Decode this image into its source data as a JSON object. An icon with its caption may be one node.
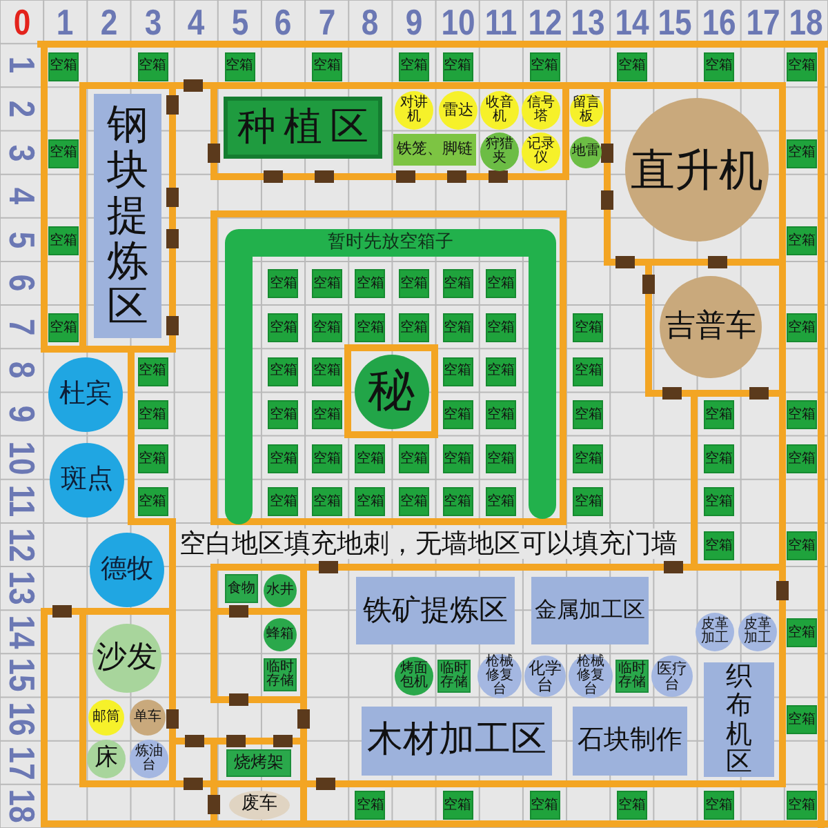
{
  "diagram": {
    "nodes": [
      {
        "text": [
          "空箱"
        ]
      },
      {
        "text": [
          "空箱"
        ]
      },
      {
        "text": [
          "空箱"
        ]
      },
      {
        "text": [
          "空箱"
        ]
      },
      {
        "text": [
          "空箱"
        ]
      },
      {
        "text": [
          "空箱"
        ]
      },
      {
        "text": [
          "空箱"
        ]
      },
      {
        "text": [
          "空箱"
        ]
      },
      {
        "text": [
          "空箱"
        ]
      },
      {
        "text": [
          "空箱"
        ]
      },
      {
        "text": [
          "钢块提炼区"
        ]
      },
      {
        "text": [
          "种植区"
        ]
      },
      {
        "text": [
          "对讲机"
        ]
      },
      {
        "text": [
          "雷达"
        ]
      },
      {
        "text": [
          "收音机"
        ]
      },
      {
        "text": [
          "信号塔"
        ]
      },
      {
        "text": [
          "留言板"
        ]
      },
      {
        "text": [
          "直升机"
        ]
      },
      {
        "text": [
          "空箱"
        ]
      },
      {
        "text": [
          "铁笼、脚链"
        ]
      },
      {
        "text": [
          "狩猎夹"
        ]
      },
      {
        "text": [
          "记录仪"
        ]
      },
      {
        "text": [
          "地雷"
        ]
      },
      {
        "text": [
          "空箱"
        ]
      },
      {
        "text": [
          "暂时先放空箱子"
        ]
      },
      {
        "text": [
          "空箱"
        ]
      },
      {
        "text": [
          "空箱"
        ]
      },
      {
        "text": [
          "空箱"
        ],
        "in": 24
      },
      {
        "text": [
          "空箱"
        ],
        "in": 24
      },
      {
        "text": [
          "空箱"
        ],
        "in": 24
      },
      {
        "text": [
          "空箱"
        ],
        "in": 24
      },
      {
        "text": [
          "空箱"
        ],
        "in": 24
      },
      {
        "text": [
          "空箱"
        ],
        "in": 24
      },
      {
        "text": [
          "吉普车"
        ]
      },
      {
        "text": [
          "空箱"
        ]
      },
      {
        "text": [
          "空箱"
        ],
        "in": 24
      },
      {
        "text": [
          "空箱"
        ],
        "in": 24
      },
      {
        "text": [
          "空箱"
        ],
        "in": 24
      },
      {
        "text": [
          "空箱"
        ],
        "in": 24
      },
      {
        "text": [
          "空箱"
        ],
        "in": 24
      },
      {
        "text": [
          "空箱"
        ],
        "in": 24
      },
      {
        "text": [
          "空箱"
        ]
      },
      {
        "text": [
          "空箱"
        ]
      },
      {
        "text": [
          "杜宾"
        ]
      },
      {
        "text": [
          "空箱"
        ]
      },
      {
        "text": [
          "空箱"
        ],
        "in": 24
      },
      {
        "text": [
          "空箱"
        ],
        "in": 24
      },
      {
        "text": [
          "秘"
        ],
        "in": 24
      },
      {
        "text": [
          "空箱"
        ],
        "in": 24
      },
      {
        "text": [
          "空箱"
        ],
        "in": 24
      },
      {
        "text": [
          "空箱"
        ]
      },
      {
        "text": [
          "空箱"
        ]
      },
      {
        "text": [
          "空箱"
        ],
        "in": 24
      },
      {
        "text": [
          "空箱"
        ],
        "in": 24
      },
      {
        "text": [
          "空箱"
        ],
        "in": 24
      },
      {
        "text": [
          "空箱"
        ],
        "in": 24
      },
      {
        "text": [
          "空箱"
        ]
      },
      {
        "text": [
          "空箱"
        ]
      },
      {
        "text": [
          "空箱"
        ]
      },
      {
        "text": [
          "斑点"
        ]
      },
      {
        "text": [
          "空箱"
        ]
      },
      {
        "text": [
          "空箱"
        ],
        "in": 24
      },
      {
        "text": [
          "空箱"
        ],
        "in": 24
      },
      {
        "text": [
          "空箱"
        ],
        "in": 24
      },
      {
        "text": [
          "空箱"
        ],
        "in": 24
      },
      {
        "text": [
          "空箱"
        ],
        "in": 24
      },
      {
        "text": [
          "空箱"
        ],
        "in": 24
      },
      {
        "text": [
          "空箱"
        ]
      },
      {
        "text": [
          "空箱"
        ]
      },
      {
        "text": [
          "空箱"
        ]
      },
      {
        "text": [
          "空箱"
        ]
      },
      {
        "text": [
          "空箱"
        ],
        "in": 24
      },
      {
        "text": [
          "空箱"
        ],
        "in": 24
      },
      {
        "text": [
          "空箱"
        ],
        "in": 24
      },
      {
        "text": [
          "空箱"
        ],
        "in": 24
      },
      {
        "text": [
          "空箱"
        ],
        "in": 24
      },
      {
        "text": [
          "空箱"
        ],
        "in": 24
      },
      {
        "text": [
          "空箱"
        ]
      },
      {
        "text": [
          "空箱"
        ]
      },
      {
        "text": [
          "德牧"
        ]
      },
      {
        "text": [
          "空箱"
        ]
      },
      {
        "text": [
          "空箱"
        ]
      },
      {
        "text": [
          "食物"
        ]
      },
      {
        "text": [
          "水井"
        ]
      },
      {
        "text": [
          "铁矿提炼区"
        ]
      },
      {
        "text": [
          "金属加工区"
        ]
      },
      {
        "text": [
          "皮革加工"
        ]
      },
      {
        "text": [
          "皮革加工"
        ]
      },
      {
        "text": [
          "空箱"
        ]
      },
      {
        "text": [
          "沙发"
        ]
      },
      {
        "text": [
          "蜂箱"
        ]
      },
      {
        "text": [
          "临时存储"
        ]
      },
      {
        "text": [
          "烤面包机"
        ]
      },
      {
        "text": [
          "临时存储"
        ]
      },
      {
        "text": [
          "枪械修复台"
        ]
      },
      {
        "text": [
          "化学台"
        ]
      },
      {
        "text": [
          "枪械修复台"
        ]
      },
      {
        "text": [
          "临时存储"
        ]
      },
      {
        "text": [
          "医疗台"
        ]
      },
      {
        "text": [
          "织布机区"
        ]
      },
      {
        "text": [
          "邮筒"
        ]
      },
      {
        "text": [
          "单车"
        ]
      },
      {
        "text": [
          "木材加工区"
        ]
      },
      {
        "text": [
          "石块制作"
        ]
      },
      {
        "text": [
          "空箱"
        ]
      },
      {
        "text": [
          "床"
        ]
      },
      {
        "text": [
          "炼油台"
        ]
      },
      {
        "text": [
          "烧烤架"
        ]
      },
      {
        "text": [
          "废车"
        ]
      },
      {
        "text": [
          "空箱"
        ]
      },
      {
        "text": [
          "空箱"
        ]
      },
      {
        "text": [
          "空箱"
        ]
      },
      {
        "text": [
          "空箱"
        ]
      },
      {
        "text": [
          "空箱"
        ]
      },
      {
        "text": [
          "空箱"
        ]
      }
    ],
    "labels": [
      "0",
      "1",
      "2",
      "3",
      "4",
      "5",
      "6",
      "7",
      "8",
      "9",
      "10",
      "11",
      "12",
      "13",
      "14",
      "15",
      "16",
      "17",
      "18",
      "1",
      "2",
      "3",
      "4",
      "5",
      "6",
      "7",
      "8",
      "9",
      "10",
      "11",
      "12",
      "13",
      "14",
      "15",
      "16",
      "17",
      "18",
      "空白地区填充地刺，无墙地区可以填充门墙"
    ]
  }
}
